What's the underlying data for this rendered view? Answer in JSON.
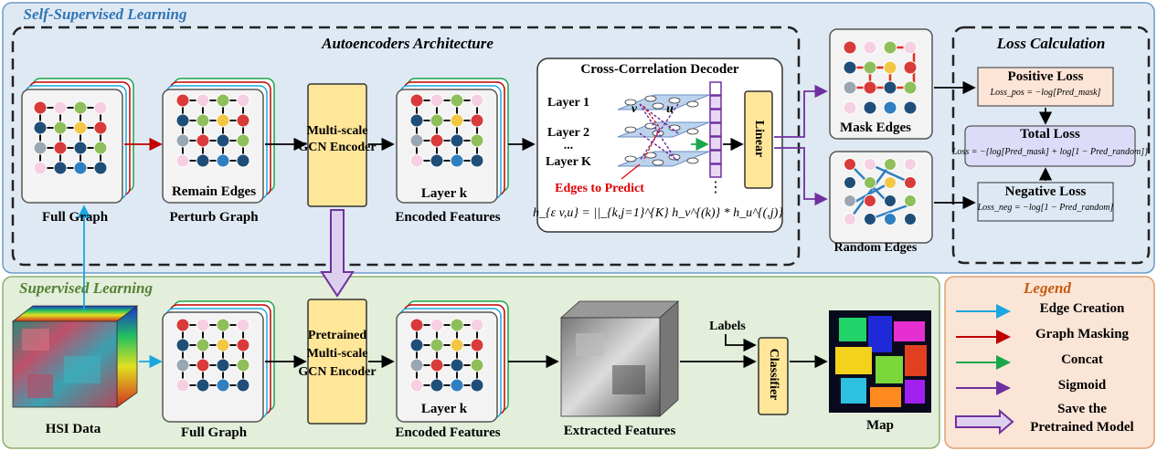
{
  "sections": {
    "self_supervised": "Self-Supervised Learning",
    "supervised": "Supervised Learning",
    "autoencoders": "Autoencoders Architecture",
    "loss_calc": "Loss Calculation",
    "legend": "Legend"
  },
  "self": {
    "full_graph": "Full Graph",
    "perturb_graph": "Perturb Graph",
    "remain_edges": "Remain Edges",
    "encoder": [
      "Multi-scale",
      "GCN Encoder"
    ],
    "layer_k": "Layer k",
    "encoded_features": "Encoded Features",
    "decoder_title": "Cross-Correlation Decoder",
    "layers": [
      "Layer 1",
      "Layer 2",
      "...",
      "Layer K"
    ],
    "node_v": "v",
    "node_u": "u",
    "edges_to_predict": "Edges to Predict",
    "formula": "h_{ε v,u} = ||_{k,j=1}^{K} h_v^{(k)} * h_u^{(,j)}",
    "linear": "Linear",
    "mask_edges": "Mask Edges",
    "random_edges": "Random Edges"
  },
  "loss": {
    "positive_title": "Positive Loss",
    "positive_formula": "Loss_pos = −log[Pred_mask]",
    "total_title": "Total Loss",
    "total_formula": "Loss = −{log[Pred_mask] + log[1 − Pred_random]}",
    "negative_title": "Negative Loss",
    "negative_formula": "Loss_neg = −log[1 − Pred_random]"
  },
  "sup": {
    "hsi_data": "HSI Data",
    "full_graph": "Full Graph",
    "encoder": [
      "Pretrained",
      "Multi-scale",
      "GCN Encoder"
    ],
    "layer_k": "Layer k",
    "encoded_features": "Encoded Features",
    "extracted_features": "Extracted Features",
    "labels": "Labels",
    "classifier": "Classifier",
    "map": "Map"
  },
  "legend_items": [
    {
      "label": "Edge Creation",
      "color": "#1aa6e0"
    },
    {
      "label": "Graph Masking",
      "color": "#c00000"
    },
    {
      "label": "Concat",
      "color": "#1aa64a"
    },
    {
      "label": "Sigmoid",
      "color": "#7030a0"
    },
    {
      "label": "Save the",
      "label2": "Pretrained Model",
      "color": "#7030a0"
    }
  ],
  "colors": {
    "self_bg": "#dfe9f4",
    "self_border": "#6f9bc7",
    "sup_bg": "#e3eedb",
    "sup_border": "#8cb06e",
    "legend_bg": "#fbe5d6",
    "encoder_fill": "#ffe699",
    "node_red": "#d93a3a",
    "node_pink": "#f6d0e2",
    "node_green": "#8fbf5a",
    "node_navy": "#1f4e79",
    "node_yellow": "#f2c744",
    "node_gray": "#9aa7b3",
    "node_blue": "#2f7fc1"
  }
}
